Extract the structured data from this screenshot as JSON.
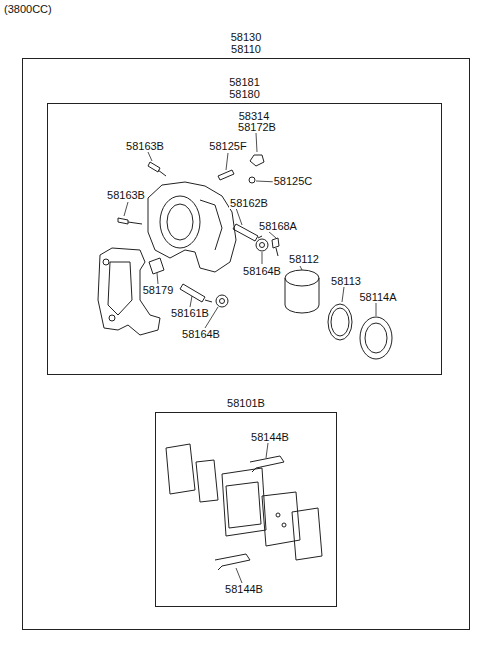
{
  "diagram": {
    "title": "(3800CC)",
    "nodes": [
      {
        "text": [
          "58130 58110"
        ]
      },
      {
        "text": [
          "58181 58180"
        ],
        "in": 0
      },
      {
        "text": [
          "58101B"
        ],
        "in": 0
      }
    ],
    "labels": [
      "58314",
      "58172B",
      "58163B",
      "58125F",
      "58125C",
      "58163B",
      "58162B",
      "58168A",
      "58112",
      "58164B",
      "58113",
      "58114A",
      "58179",
      "58161B",
      "58164B",
      "58144B",
      "58144B"
    ]
  }
}
